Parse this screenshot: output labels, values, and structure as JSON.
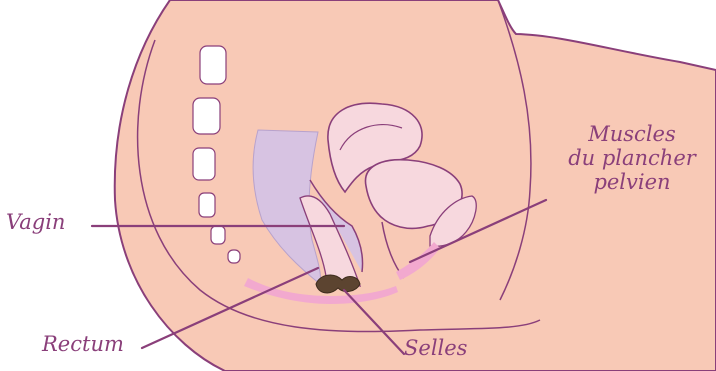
{
  "labels": {
    "muscles_line1": "Muscles",
    "muscles_line2": "du plancher",
    "muscles_line3": "pelvien",
    "vagin": "Vagin",
    "rectum": "Rectum",
    "selles": "Selles"
  },
  "colors": {
    "outline": "#8a3f7a",
    "skin": "#f8c9b6",
    "organ": "#f7d8de",
    "vagina": "#d7c3e2",
    "muscle": "#f2a9cf",
    "stool": "#5c4430",
    "vertebra": "#ffffff"
  }
}
